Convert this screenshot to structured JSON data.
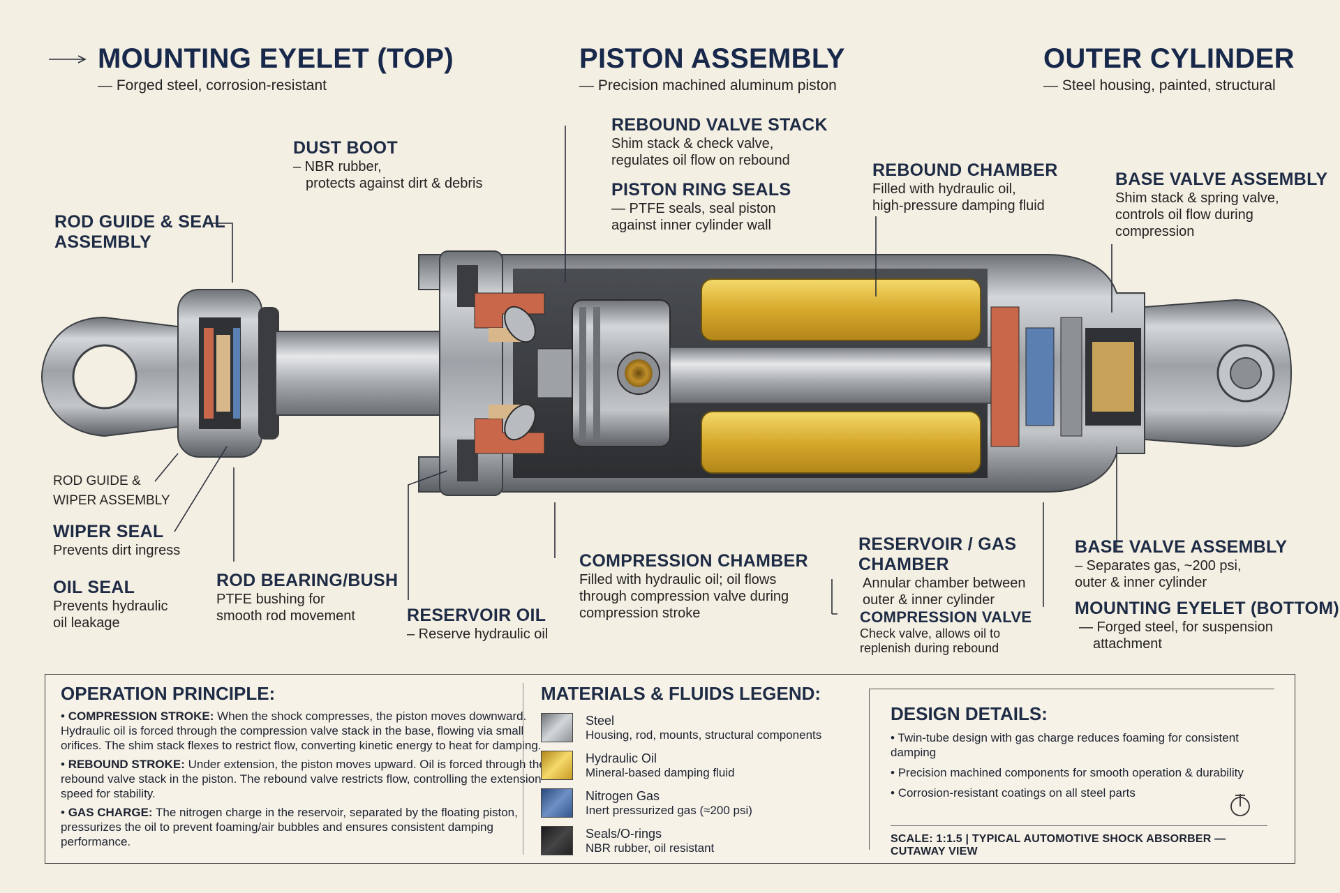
{
  "header": {
    "mounting_top": {
      "title": "MOUNTING EYELET (TOP)",
      "desc": "Forged steel, corrosion-resistant"
    },
    "piston_assembly": {
      "title": "PISTON ASSEMBLY",
      "desc": "Precision machined aluminum piston"
    },
    "outer_cylinder": {
      "title": "OUTER CYLINDER",
      "desc": "Steel housing, painted, structural"
    }
  },
  "callouts": {
    "dust_boot": {
      "title": "DUST BOOT",
      "line1": "– NBR rubber,",
      "line2": "protects against dirt & debris"
    },
    "rod_guide_seal": {
      "title1": "ROD GUIDE & SEAL",
      "title2": "ASSEMBLY"
    },
    "rebound_valve": {
      "title": "REBOUND VALVE STACK",
      "line1": "Shim stack & check valve,",
      "line2": "regulates oil flow on rebound"
    },
    "piston_ring": {
      "title": "PISTON RING SEALS",
      "line1": "— PTFE seals, seal piston",
      "line2": "against inner cylinder wall"
    },
    "rebound_chamber": {
      "title": "REBOUND CHAMBER",
      "line1": "Filled with hydraulic oil,",
      "line2": "high-pressure damping fluid"
    },
    "base_valve_top": {
      "title": "BASE VALVE ASSEMBLY",
      "line1": "Shim stack & spring valve,",
      "line2": "controls oil flow during",
      "line3": "compression"
    },
    "rod_guide_wiper": {
      "line1": "ROD  GUIDE &",
      "line2": "WIPER  ASSEMBLY"
    },
    "wiper_seal": {
      "title": "WIPER SEAL",
      "line1": "Prevents dirt ingress"
    },
    "oil_seal": {
      "title": "OIL SEAL",
      "line1": "Prevents hydraulic",
      "line2": "oil leakage"
    },
    "rod_bearing": {
      "title": "ROD BEARING/BUSH",
      "line1": "PTFE bushing for",
      "line2": "smooth rod movement"
    },
    "reservoir_oil": {
      "title": "RESERVOIR OIL",
      "line1": "– Reserve hydraulic oil"
    },
    "compression_chamber": {
      "title": "COMPRESSION CHAMBER",
      "line1": "Filled with hydraulic oil; oil flows",
      "line2": "through compression valve during",
      "line3": "compression stroke"
    },
    "reservoir_gas": {
      "title1": "RESERVOIR / GAS",
      "title2": "CHAMBER",
      "line1": "Annular chamber between",
      "line2": "outer & inner cylinder"
    },
    "compression_valve": {
      "title": "COMPRESSION VALVE",
      "line1": "Check valve, allows oil to",
      "line2": "replenish during rebound"
    },
    "base_valve_bottom": {
      "title": "BASE VALVE ASSEMBLY",
      "line1": "– Separates gas, ~200 psi,",
      "line2": "outer & inner cylinder"
    },
    "mounting_bottom": {
      "title": "MOUNTING EYELET (BOTTOM)",
      "line1": "— Forged steel, for suspension",
      "line2": "attachment"
    }
  },
  "operation": {
    "title": "OPERATION PRINCIPLE:",
    "items": [
      {
        "label": "COMPRESSION STROKE:",
        "text": "When the shock compresses, the piston moves downward. Hydraulic oil is forced through the compression valve stack in the base, flowing via small orifices. The shim stack flexes to restrict flow, converting kinetic energy to heat for damping."
      },
      {
        "label": "REBOUND STROKE:",
        "text": "Under extension, the piston moves upward. Oil is forced through the rebound valve stack in the piston. The rebound valve restricts flow, controlling the extension speed for stability."
      },
      {
        "label": "GAS CHARGE:",
        "text": "The nitrogen charge in the reservoir, separated by the floating piston, pressurizes the oil to prevent foaming/air bubbles and ensures consistent damping performance."
      }
    ]
  },
  "legend": {
    "title": "MATERIALS & FLUIDS LEGEND:",
    "items": [
      {
        "name": "Steel",
        "desc": "Housing, rod, mounts, structural components",
        "color": "#9a9ea3"
      },
      {
        "name": "Hydraulic Oil",
        "desc": "Mineral-based damping fluid",
        "color": "#d6a92c"
      },
      {
        "name": "Nitrogen Gas",
        "desc": "Inert pressurized gas (≈200 psi)",
        "color": "#3f67a3"
      },
      {
        "name": "Seals/O-rings",
        "desc": "NBR rubber, oil resistant",
        "color": "#2a2a2a"
      }
    ]
  },
  "design": {
    "title": "DESIGN DETAILS:",
    "items": [
      "Twin-tube design with gas charge reduces foaming for consistent damping",
      "Precision machined components for smooth operation & durability",
      "Corrosion-resistant coatings on all steel parts"
    ],
    "scale": "SCALE: 1:1.5 | TYPICAL AUTOMOTIVE SHOCK ABSORBER — CUTAWAY VIEW"
  }
}
